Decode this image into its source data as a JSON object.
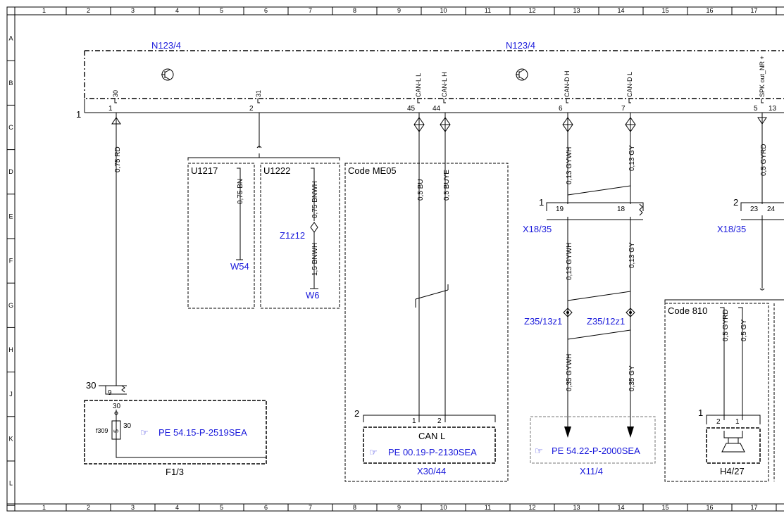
{
  "frame": {
    "columns": [
      "1",
      "2",
      "3",
      "4",
      "5",
      "6",
      "7",
      "8",
      "9",
      "10",
      "11",
      "12",
      "13",
      "14",
      "15",
      "16",
      "17"
    ],
    "rows": [
      "A",
      "B",
      "C",
      "D",
      "E",
      "F",
      "G",
      "H",
      "J",
      "K",
      "L"
    ]
  },
  "components": {
    "n123_left": "N123/4",
    "n123_right": "N123/4",
    "f1_3": "F1/3",
    "x30_44": "X30/44",
    "x11_4": "X11/4",
    "h4_27": "H4/27",
    "x18_35_left": "X18/35",
    "x18_35_right": "X18/35",
    "w54": "W54",
    "w6": "W6",
    "z1z12": "Z1z12",
    "z35_13z1": "Z35/13z1",
    "z35_12z1": "Z35/12z1",
    "u1217": "U1217",
    "u1222": "U1222",
    "code_me05": "Code ME05",
    "code_810": "Code 810",
    "can_l": "CAN L"
  },
  "references": {
    "f1_3": "PE 54.15-P-2519SEA",
    "x30_44": "PE 00.19-P-2130SEA",
    "x11_4": "PE 54.22-P-2000SEA"
  },
  "connector_pins": {
    "p30": "30",
    "p31": "31",
    "can_l": "CAN-L L",
    "can_h": "CAN-L H",
    "cand_h": "CAN-D H",
    "cand_l": "CAN-D L",
    "spk": "SPK out_NR +"
  },
  "pin_numbers": {
    "n1": "1",
    "n2": "2",
    "n45": "45",
    "n44": "44",
    "n6": "6",
    "n7": "7",
    "n5": "5",
    "n13": "13",
    "n19": "19",
    "n18": "18",
    "n23": "23",
    "n24": "24",
    "x30_1": "1",
    "x30_2": "2",
    "h4_2": "2",
    "h4_1": "1",
    "f_9": "9",
    "f_30a": "30",
    "f_30b": "30",
    "f_5": "5",
    "f309": "f309"
  },
  "side_numbers": {
    "main": "1",
    "x18_left": "1",
    "x18_right": "2",
    "fuse": "30",
    "x30": "2",
    "h4": "1"
  },
  "wires": {
    "w1": "0,75 RD",
    "w2": "0,75 BN",
    "w3": "0,75 BNWH",
    "w4": "1,5 BNWH",
    "w5": "0,5 BU",
    "w6": "0,5 BUYE",
    "w7": "0,13 GYWH",
    "w8": "0,13 GY",
    "w9": "0,13 GYWH",
    "w10": "0,13 GY",
    "w11": "0,35 GYWH",
    "w12": "0,35 GY",
    "w13": "0,5 GYRD",
    "w14": "0,5 GYRD",
    "w15": "0,5 GY"
  }
}
